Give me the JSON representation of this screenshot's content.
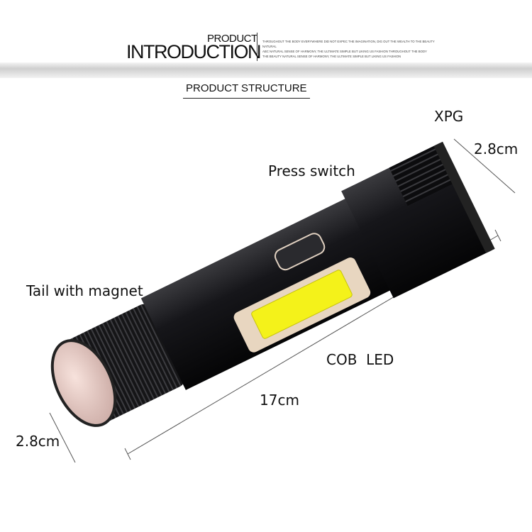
{
  "header": {
    "title_small": "PRODUCT",
    "title_large": "INTRODUCTION",
    "blurb": [
      "THROUGHOUT THE BODY EVERYWHERE DID NOT EXPEC THE IMAGINATION, DIG OUT THE WEALTH TO THE BEAUTY NATURAL",
      "ABC NATURAL SENSE OF HARMONY, THE ULTIMATE SIMPLE BUT LIKING US FASHION THROUGHOUT THE BODY",
      "THE BEAUTY NATURAL SENSE OF HARMONY, THE ULTIMATE SIMPLE BUT LIKING US FASHION"
    ]
  },
  "section_title": "PRODUCT STRUCTURE",
  "labels": {
    "xpg": "XPG",
    "head_diameter": "2.8cm",
    "press_switch": "Press switch",
    "tail": "Tail with magnet",
    "cob": "COB  LED",
    "length": "17cm",
    "tail_diameter": "2.8cm"
  },
  "colors": {
    "body": "#1b1b1d",
    "cob_led": "#f4f21a",
    "panel": "#e8d6c0",
    "tail_face": "#e6c9c4"
  }
}
